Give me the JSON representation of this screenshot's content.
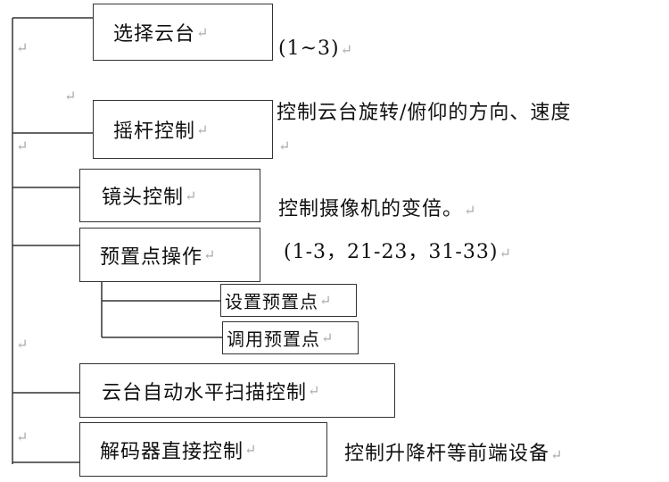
{
  "return_mark": "↵",
  "boxes": {
    "select_pan_tilt": "选择云台",
    "joystick_control": "摇杆控制",
    "lens_control": "镜头控制",
    "preset_operation": "预置点操作",
    "set_preset": "设置预置点",
    "recall_preset": "调用预置点",
    "auto_horizontal_scan": "云台自动水平扫描控制",
    "decoder_direct_control": "解码器直接控制"
  },
  "notes": {
    "select_range": "(1~3)",
    "joystick_desc": "控制云台旋转/俯仰的方向、速度",
    "lens_desc": "控制摄像机的变倍。",
    "preset_range": "(1-3，21-23，31-33)",
    "decoder_desc": "控制升降杆等前端设备"
  }
}
